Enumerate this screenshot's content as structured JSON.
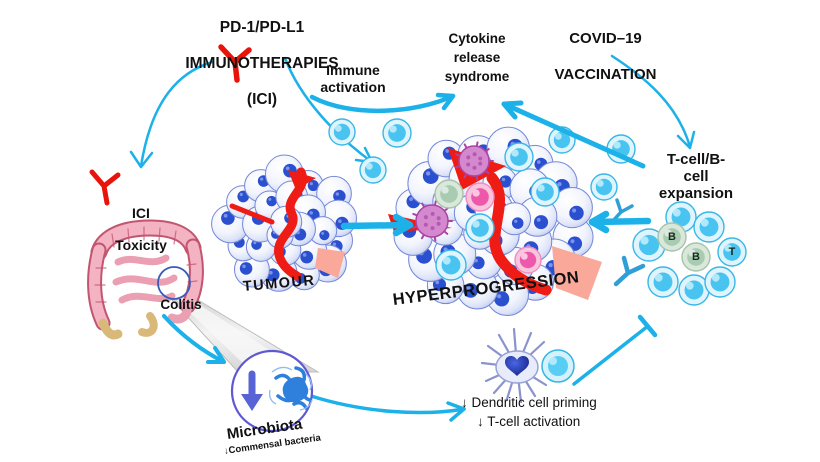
{
  "figure": {
    "pd1_title": {
      "line1": "PD-1/PD-L1",
      "line2": "IMMUNOTHERAPIES",
      "line3": "(ICI)"
    },
    "covid_title": {
      "line1": "COVID–19",
      "line2": "VACCINATION"
    },
    "immune_activation": "Immune activation",
    "cytokine_release": "Cytokine release syndrome",
    "expansion": "T-cell/B-cell expansion",
    "ici_toxicity": {
      "line1": "ICI",
      "line2": "Toxicity"
    },
    "colitis": "Colitis",
    "tumour": "TUMOUR",
    "hyperprogression": "HYPERPROGRESSION",
    "microbiota": "Microbiota",
    "down_arrow": "↓",
    "commensal_bacteria": "Commensal bacteria",
    "dendritic_priming": "Dendritic cell priming",
    "tcell_activation": "T-cell activation",
    "cell_labels": {
      "b1": "B",
      "b2": "B",
      "t": "T"
    }
  },
  "colors": {
    "arrow": "#1cb1e8",
    "antibody_red": "#e8140b",
    "antibody_blue": "#2f9fd8",
    "cell_rim": "#dff4fd",
    "cell_stroke": "#39b7e6",
    "cell_core": "#49c4f0",
    "cell_highlight": "#c3eefb",
    "tumor_nucleus": "#2b50cf",
    "tumor_stroke": "#7488d8",
    "vessel_red": "#ee1c14",
    "vessel_salmon": "#f9a89a",
    "green_rim": "#d9e8da",
    "green_stroke": "#a6c3ab",
    "green_core": "#a9cbb2",
    "pink_rim": "#f8c4de",
    "pink_stroke": "#ef8cc0",
    "pink_core": "#ee58ab",
    "purple_body": "#d489ce",
    "purple_stroke": "#a944a5",
    "microbiota_blue": "#2f80dd",
    "circle_purple": "#5f58d0",
    "funnel_gray": "#e3e3e3",
    "intestine_pink": "#f3b3c2",
    "intestine_dark": "#c2556f",
    "intestine_tan": "#d9b97a",
    "dendritic_body": "#e8ebfa",
    "dendritic_stroke": "#99a2d6",
    "dendritic_nucleus": "#1b2f9e",
    "decrease_arrow_blue": "#5864d6",
    "text": "#111111"
  }
}
